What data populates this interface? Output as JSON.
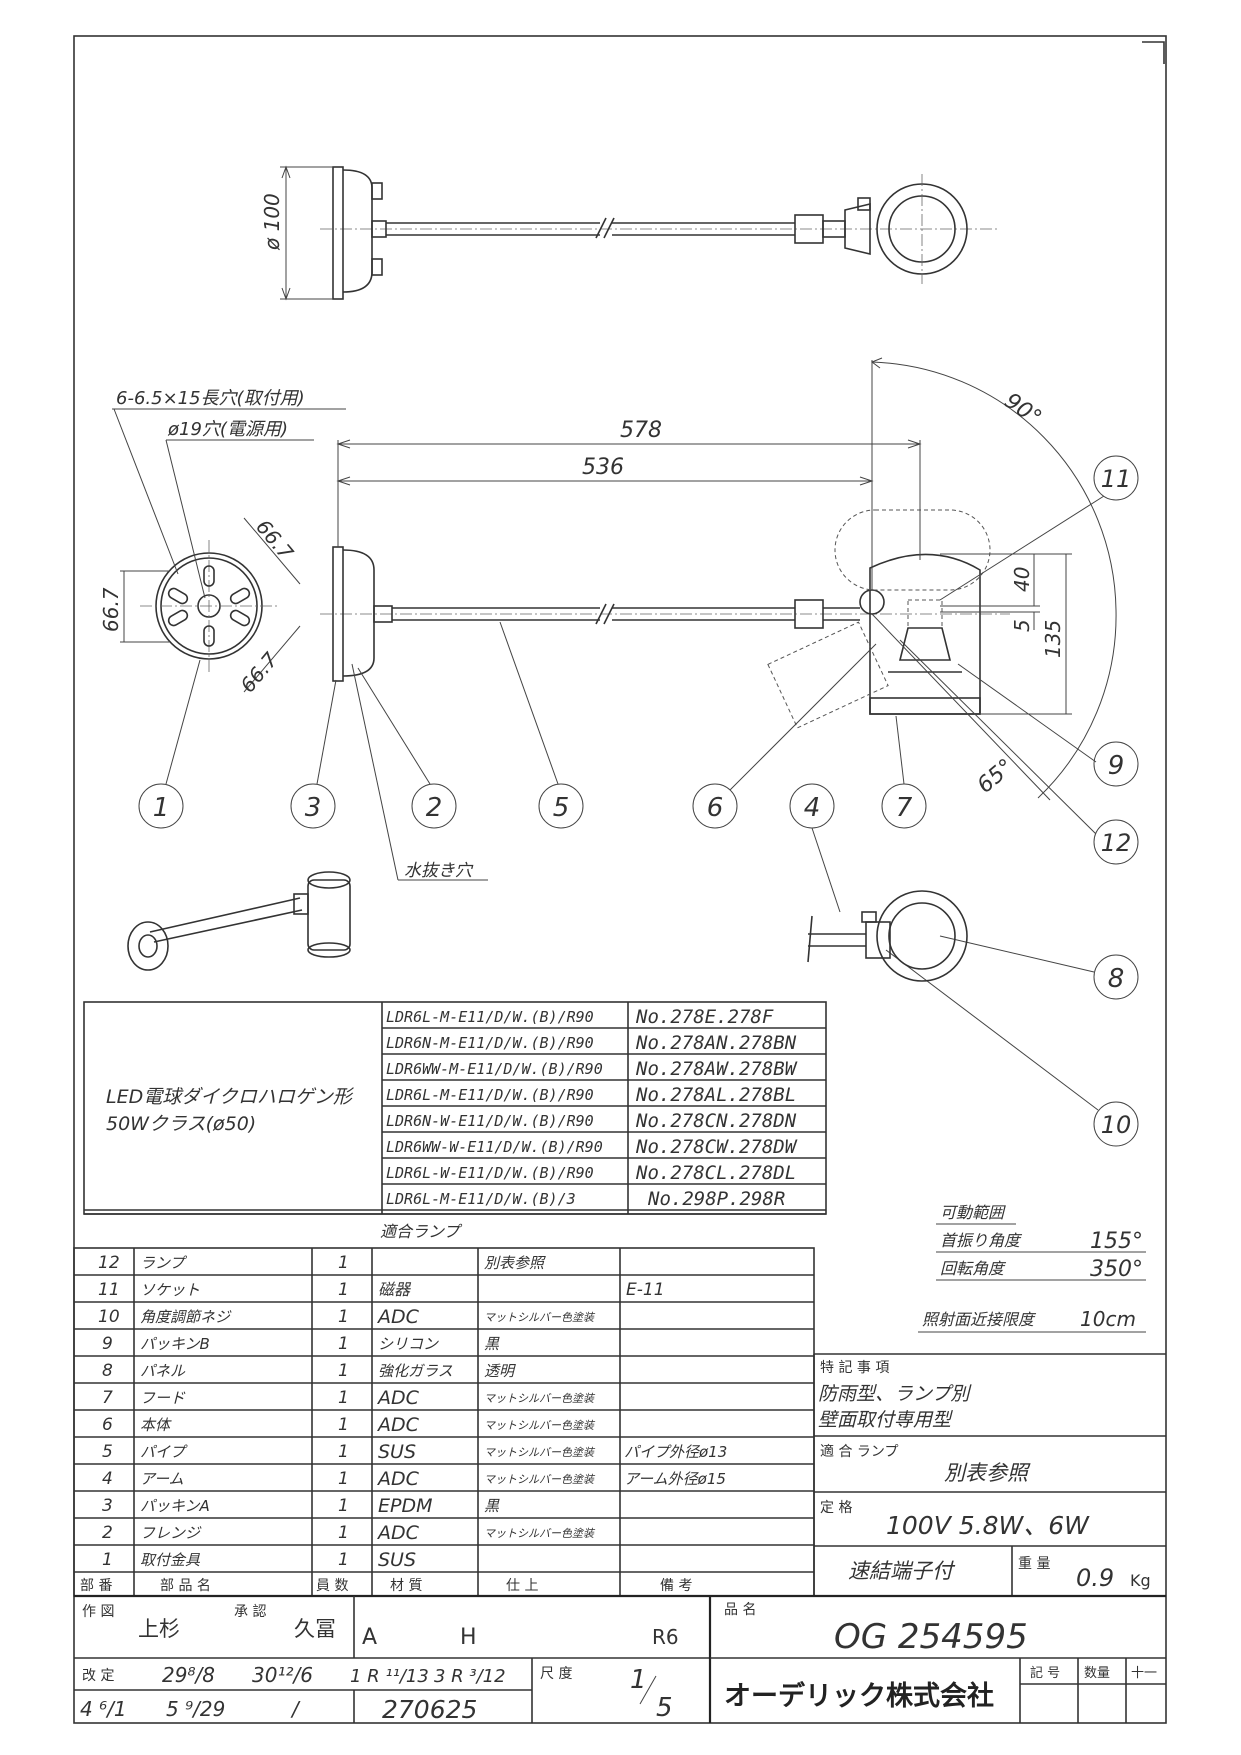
{
  "dimensions": {
    "diameter": "ø 100",
    "slot_holes": "6-6.5×15長穴(取付用)",
    "power_hole": "ø19穴(電源用)",
    "overall_length": "578",
    "pipe_length": "536",
    "pcd_left": "66.7",
    "pcd_top": "66.7",
    "pcd_bottom": "66.7",
    "d40": "40",
    "d5": "5",
    "d135": "135",
    "angle_90": "90°",
    "angle_65": "65°",
    "drain_hole": "水抜き穴"
  },
  "balloons": [
    "1",
    "3",
    "2",
    "5",
    "6",
    "4",
    "7",
    "11",
    "9",
    "12",
    "8",
    "10"
  ],
  "lamp_table": {
    "description_line1": "LED電球ダイクロハロゲン形",
    "description_line2": "50Wクラス(ø50)",
    "footer": "適合ランプ",
    "rows": [
      {
        "model": "LDR6L-M-E11/D/W.(B)/R90",
        "no": "No.278E.278F"
      },
      {
        "model": "LDR6N-M-E11/D/W.(B)/R90",
        "no": "No.278AN.278BN"
      },
      {
        "model": "LDR6WW-M-E11/D/W.(B)/R90",
        "no": "No.278AW.278BW"
      },
      {
        "model": "LDR6L-M-E11/D/W.(B)/R90",
        "no": "No.278AL.278BL"
      },
      {
        "model": "LDR6N-W-E11/D/W.(B)/R90",
        "no": "No.278CN.278DN"
      },
      {
        "model": "LDR6WW-W-E11/D/W.(B)/R90",
        "no": "No.278CW.278DW"
      },
      {
        "model": "LDR6L-W-E11/D/W.(B)/R90",
        "no": "No.278CL.278DL"
      },
      {
        "model": "LDR6L-M-E11/D/W.(B)/3",
        "no": "No.298P.298R"
      }
    ]
  },
  "parts": {
    "headers": [
      "部 番",
      "部 品 名",
      "員 数",
      "材 質",
      "仕 上",
      "備 考"
    ],
    "rows": [
      {
        "no": "12",
        "name": "ランプ",
        "qty": "1",
        "material": "",
        "finish": "別表参照",
        "note": ""
      },
      {
        "no": "11",
        "name": "ソケット",
        "qty": "1",
        "material": "磁器",
        "finish": "",
        "note": "E-11"
      },
      {
        "no": "10",
        "name": "角度調節ネジ",
        "qty": "1",
        "material": "ADC",
        "finish": "マットシルバー色塗装",
        "note": ""
      },
      {
        "no": "9",
        "name": "パッキンB",
        "qty": "1",
        "material": "シリコン",
        "finish": "黒",
        "note": ""
      },
      {
        "no": "8",
        "name": "パネル",
        "qty": "1",
        "material": "強化ガラス",
        "finish": "透明",
        "note": ""
      },
      {
        "no": "7",
        "name": "フード",
        "qty": "1",
        "material": "ADC",
        "finish": "マットシルバー色塗装",
        "note": ""
      },
      {
        "no": "6",
        "name": "本体",
        "qty": "1",
        "material": "ADC",
        "finish": "マットシルバー色塗装",
        "note": ""
      },
      {
        "no": "5",
        "name": "パイプ",
        "qty": "1",
        "material": "SUS",
        "finish": "マットシルバー色塗装",
        "note": "パイプ外径ø13"
      },
      {
        "no": "4",
        "name": "アーム",
        "qty": "1",
        "material": "ADC",
        "finish": "マットシルバー色塗装",
        "note": "アーム外径ø15"
      },
      {
        "no": "3",
        "name": "パッキンA",
        "qty": "1",
        "material": "EPDM",
        "finish": "黒",
        "note": ""
      },
      {
        "no": "2",
        "name": "フレンジ",
        "qty": "1",
        "material": "ADC",
        "finish": "マットシルバー色塗装",
        "note": ""
      },
      {
        "no": "1",
        "name": "取付金具",
        "qty": "1",
        "material": "SUS",
        "finish": "",
        "note": ""
      }
    ]
  },
  "movement": {
    "title": "可動範囲",
    "swing_label": "首振り角度",
    "swing_value": "155°",
    "rotation_label": "回転角度",
    "rotation_value": "350°",
    "min_distance_label": "照射面近接限度",
    "min_distance_value": "10cm"
  },
  "notes": {
    "special_title": "特 記 事 項",
    "special_line1": "防雨型、ランプ別",
    "special_line2": "壁面取付専用型",
    "lamp_title": "適 合 ランプ",
    "lamp_value": "別表参照",
    "rating_title": "定 格",
    "rating_value": "100V 5.8W、6W",
    "terminal": "速結端子付",
    "weight_title": "重 量",
    "weight_value": "0.9",
    "weight_unit": "Kg"
  },
  "title_block": {
    "drawn_label": "作 図",
    "drawn_by": "上杉",
    "approved_label": "承 認",
    "approved_by": "久冨",
    "grade_a": "A",
    "grade_h": "H",
    "revision_code": "R6",
    "product_label": "品 名",
    "product_code": "OG 254595",
    "revision_label": "改 定",
    "rev1": "29⁸/8",
    "rev2": "30¹²/6",
    "rev3": "1 R ¹¹/13",
    "rev4": "3 R ³/12",
    "rev5": "4 ⁶/1",
    "rev6": "5 ⁹/29",
    "rev7": "/",
    "drawing_no": "270625",
    "scale_label": "尺 度",
    "scale_num": "1",
    "scale_den": "5",
    "company": "オーデリック株式会社",
    "symbol_label": "記 号",
    "qty_label": "数量",
    "misc_label": "十一"
  }
}
